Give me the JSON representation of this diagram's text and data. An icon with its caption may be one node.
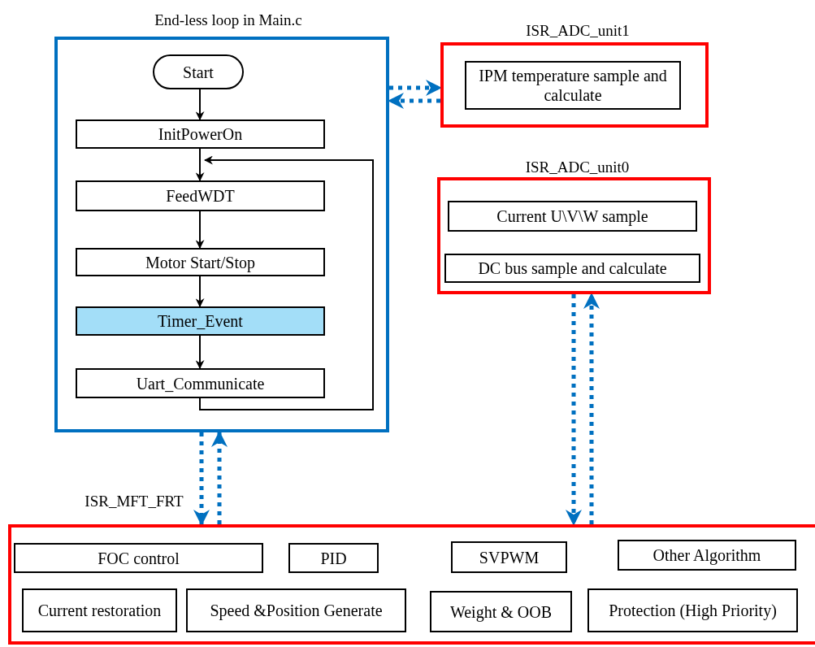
{
  "diagram": {
    "nodes": [
      {
        "text": [
          "End-less loop in Main.c"
        ]
      },
      {
        "text": [
          "Start"
        ],
        "in": 0
      },
      {
        "text": [
          "InitPowerOn"
        ],
        "in": 0
      },
      {
        "text": [
          "FeedWDT"
        ],
        "in": 0
      },
      {
        "text": [
          "Motor Start/Stop"
        ],
        "in": 0
      },
      {
        "text": [
          "Timer_Event"
        ],
        "in": 0
      },
      {
        "text": [
          "Uart_Communicate"
        ],
        "in": 0
      },
      {
        "text": [
          "ISR_ADC_unit1"
        ]
      },
      {
        "text": [
          "IPM temperature sample and calculate"
        ],
        "in": 7
      },
      {
        "text": [
          "ISR_ADC_unit0"
        ]
      },
      {
        "text": [
          "Current U\\V\\W sample"
        ],
        "in": 9
      },
      {
        "text": [
          "DC bus sample and calculate"
        ],
        "in": 9
      },
      {
        "text": [
          "ISR_MFT_FRT"
        ]
      },
      {
        "text": [
          "FOC control"
        ],
        "in": 12
      },
      {
        "text": [
          "PID"
        ],
        "in": 12
      },
      {
        "text": [
          "SVPWM"
        ],
        "in": 12
      },
      {
        "text": [
          "Other Algorithm"
        ],
        "in": 12
      },
      {
        "text": [
          "Current restoration"
        ],
        "in": 12
      },
      {
        "text": [
          "Speed &Position Generate"
        ],
        "in": 12
      },
      {
        "text": [
          "Weight & OOB"
        ],
        "in": 12
      },
      {
        "text": [
          "Protection (High Priority)"
        ],
        "in": 12
      }
    ],
    "edges": [
      {
        "from": 1,
        "to": 2,
        "arrow": "to"
      },
      {
        "from": 2,
        "to": 3,
        "arrow": "to"
      },
      {
        "from": 3,
        "to": 4,
        "arrow": "to"
      },
      {
        "from": 4,
        "to": 5,
        "arrow": "to"
      },
      {
        "from": 5,
        "to": 6,
        "arrow": "to"
      },
      {
        "from": 6,
        "to": 3,
        "arrow": "to"
      },
      {
        "from": 0,
        "to": 7,
        "arrow": "to",
        "style": "dashed",
        "color": "#0070c0"
      },
      {
        "from": 7,
        "to": 0,
        "arrow": "to",
        "style": "dashed",
        "color": "#0070c0"
      },
      {
        "from": 0,
        "to": 12,
        "arrow": "to",
        "style": "dashed",
        "color": "#0070c0"
      },
      {
        "from": 12,
        "to": 0,
        "arrow": "to",
        "style": "dashed",
        "color": "#0070c0"
      },
      {
        "from": 9,
        "to": 12,
        "arrow": "to",
        "style": "dashed",
        "color": "#0070c0"
      },
      {
        "from": 12,
        "to": 9,
        "arrow": "to",
        "style": "dashed",
        "color": "#0070c0"
      }
    ]
  }
}
